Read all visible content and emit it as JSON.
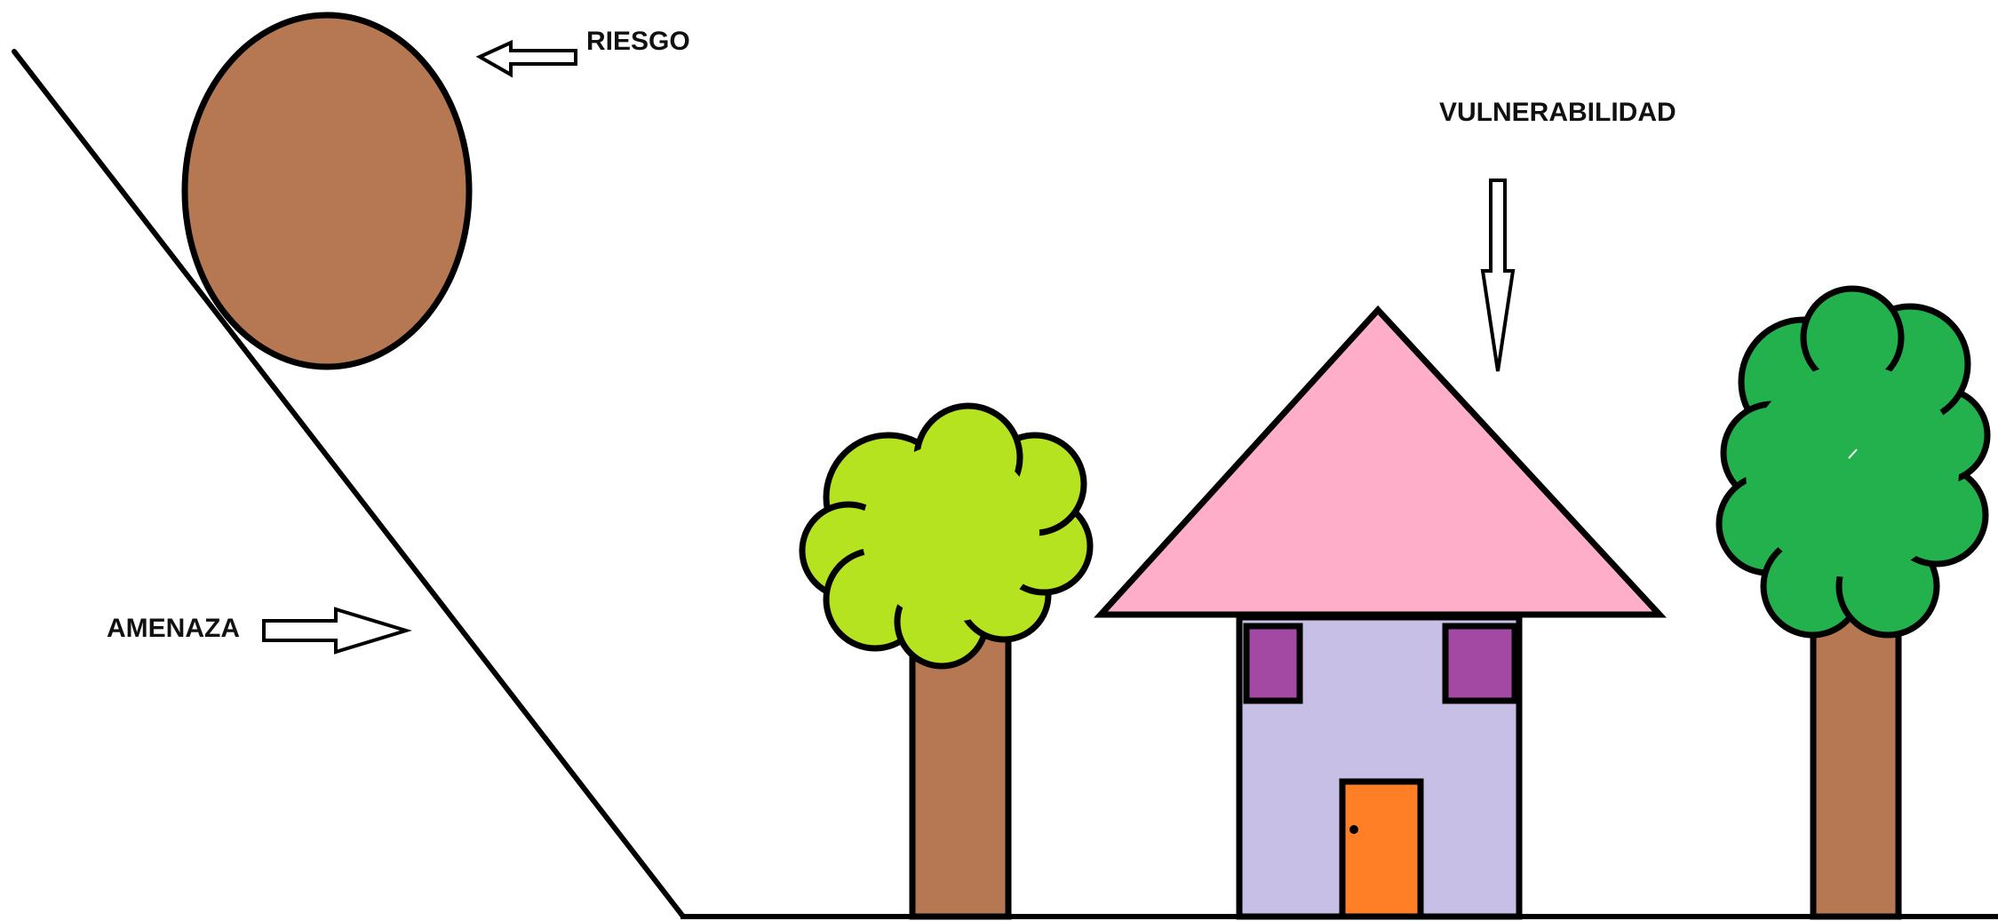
{
  "labels": {
    "riesgo": "RIESGO",
    "vulnerabilidad": "VULNERABILIDAD",
    "amenaza": "AMENAZA"
  },
  "colors": {
    "outline": "#000000",
    "boulder": "#b57853",
    "trunk": "#b57853",
    "tree_left_crown": "#b5e31f",
    "tree_right_crown": "#22b14c",
    "roof": "#ffaec9",
    "house_wall": "#c8bfe7",
    "window": "#a349a4",
    "door": "#ff7f27"
  },
  "icons": [
    "arrow-left-icon",
    "arrow-down-icon",
    "arrow-right-icon"
  ]
}
